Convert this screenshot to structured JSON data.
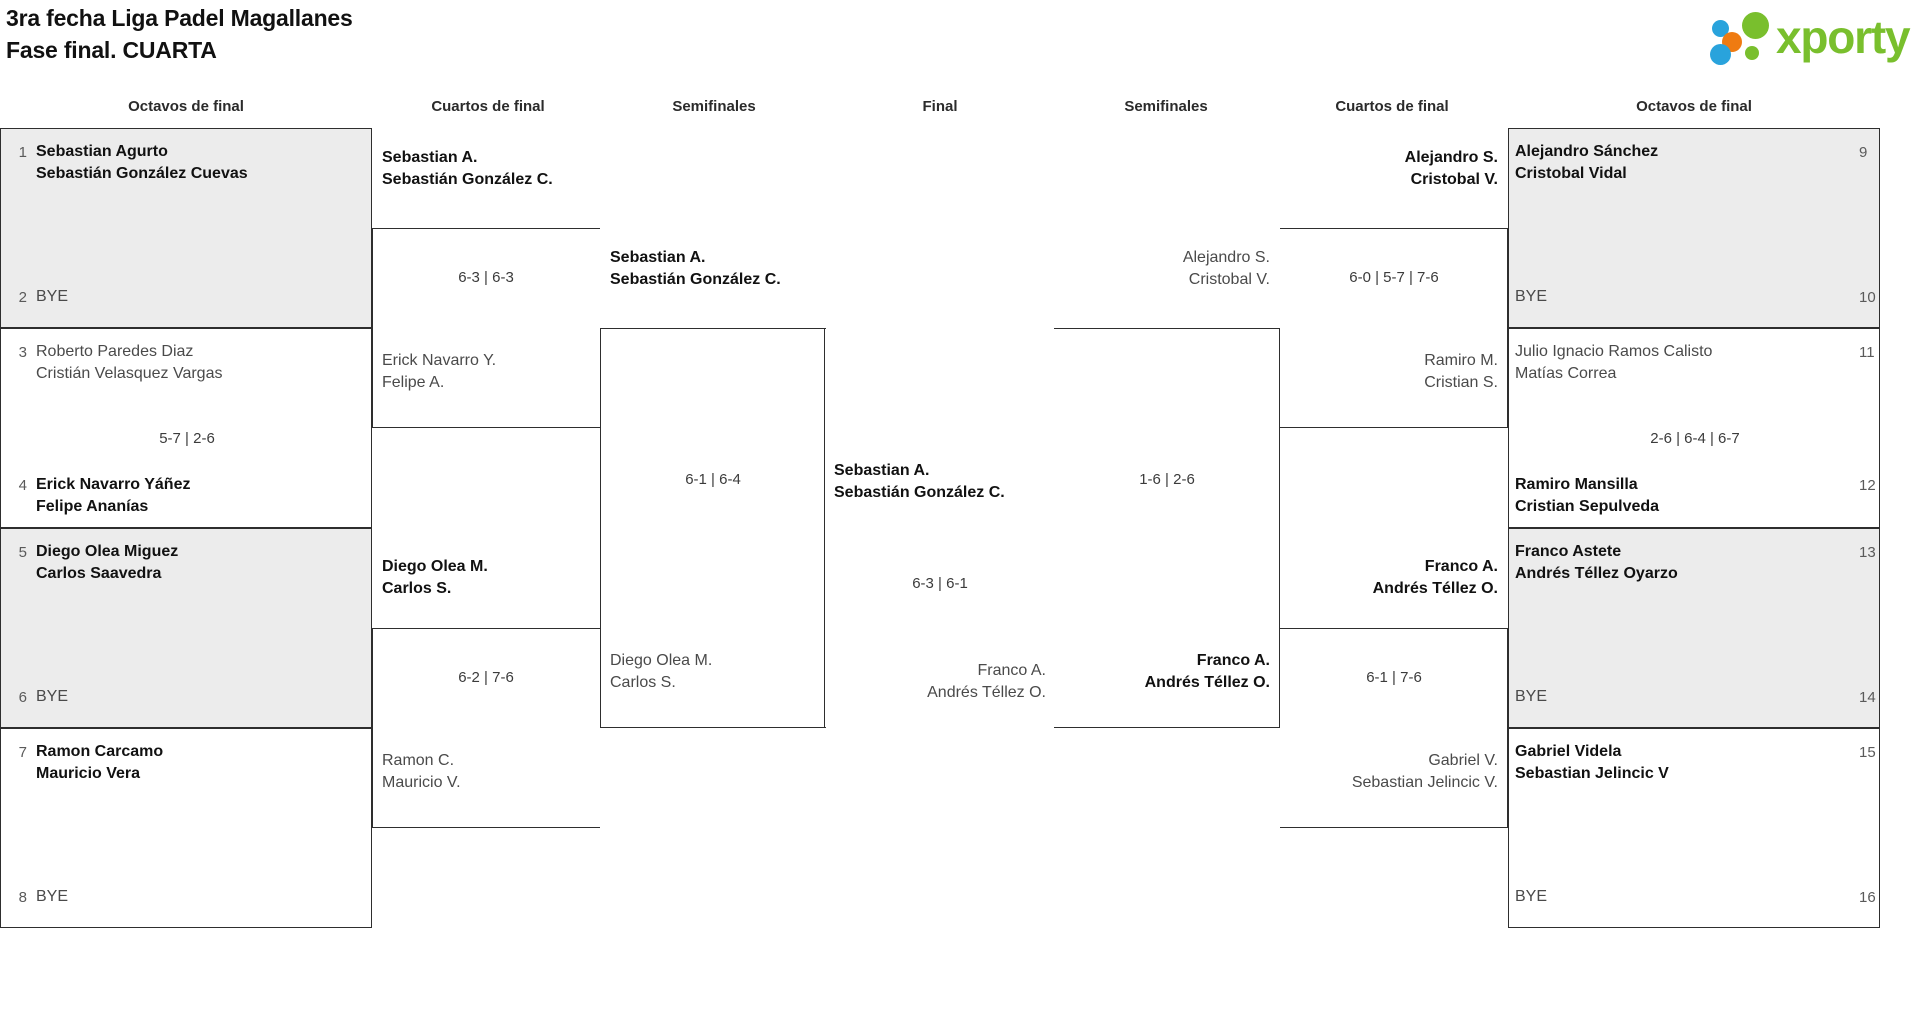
{
  "header": {
    "title_line1": "3ra fecha Liga Padel Magallanes",
    "title_line2": "Fase final. CUARTA",
    "logo_text": "xporty",
    "logo_colors": {
      "green": "#79bf2d",
      "blue": "#29a3dc",
      "orange": "#ef7b11"
    }
  },
  "columns": {
    "left_r16": "Octavos de final",
    "left_qf": "Cuartos de final",
    "left_sf": "Semifinales",
    "final": "Final",
    "right_sf": "Semifinales",
    "right_qf": "Cuartos de final",
    "right_r16": "Octavos de final"
  },
  "bracket": {
    "left_seeds": [
      {
        "num": "1",
        "lines": [
          "Sebastian Agurto",
          "Sebastián González Cuevas"
        ],
        "winner": true,
        "bye": false
      },
      {
        "num": "2",
        "lines": [
          "BYE"
        ],
        "winner": false,
        "bye": true
      },
      {
        "num": "3",
        "lines": [
          "Roberto Paredes Diaz",
          "Cristián Velasquez Vargas"
        ],
        "winner": false,
        "bye": false
      },
      {
        "num": "4",
        "lines": [
          "Erick Navarro Yáñez",
          "Felipe Ananías"
        ],
        "winner": true,
        "bye": false
      },
      {
        "num": "5",
        "lines": [
          "Diego Olea Miguez",
          "Carlos Saavedra"
        ],
        "winner": true,
        "bye": false
      },
      {
        "num": "6",
        "lines": [
          "BYE"
        ],
        "winner": false,
        "bye": true
      },
      {
        "num": "7",
        "lines": [
          "Ramon Carcamo",
          "Mauricio Vera"
        ],
        "winner": true,
        "bye": false
      },
      {
        "num": "8",
        "lines": [
          "BYE"
        ],
        "winner": false,
        "bye": true
      }
    ],
    "right_seeds": [
      {
        "num": "9",
        "lines": [
          "Alejandro Sánchez",
          "Cristobal Vidal"
        ],
        "winner": true,
        "bye": false
      },
      {
        "num": "10",
        "lines": [
          "BYE"
        ],
        "winner": false,
        "bye": true
      },
      {
        "num": "11",
        "lines": [
          "Julio Ignacio Ramos Calisto",
          "Matías Correa"
        ],
        "winner": false,
        "bye": false
      },
      {
        "num": "12",
        "lines": [
          "Ramiro Mansilla",
          "Cristian Sepulveda"
        ],
        "winner": true,
        "bye": false
      },
      {
        "num": "13",
        "lines": [
          "Franco Astete",
          "Andrés Téllez Oyarzo"
        ],
        "winner": true,
        "bye": false
      },
      {
        "num": "14",
        "lines": [
          "BYE"
        ],
        "winner": false,
        "bye": true
      },
      {
        "num": "15",
        "lines": [
          "Gabriel Videla",
          "Sebastian Jelincic V"
        ],
        "winner": true,
        "bye": false
      },
      {
        "num": "16",
        "lines": [
          "BYE"
        ],
        "winner": false,
        "bye": true
      }
    ],
    "left_r16_scores": [
      {
        "score": "5-7 | 2-6"
      }
    ],
    "left_qf": [
      {
        "lines": [
          "Sebastian A.",
          "Sebastián González C."
        ],
        "winner": true
      },
      {
        "lines": [
          "Erick Navarro Y.",
          "Felipe A."
        ],
        "winner": false
      },
      {
        "lines": [
          "Diego Olea M.",
          "Carlos S."
        ],
        "winner": true
      },
      {
        "lines": [
          "Ramon C.",
          "Mauricio V."
        ],
        "winner": false
      }
    ],
    "left_qf_scores": [
      "6-3 | 6-3",
      "6-2 | 7-6"
    ],
    "left_sf": [
      {
        "lines": [
          "Sebastian A.",
          "Sebastián González C."
        ],
        "winner": true
      },
      {
        "lines": [
          "Diego Olea M.",
          "Carlos S."
        ],
        "winner": false
      }
    ],
    "left_sf_score": "6-1 | 6-4",
    "final": [
      {
        "lines": [
          "Sebastian A.",
          "Sebastián González C."
        ],
        "winner": true
      },
      {
        "lines": [
          "Franco A.",
          "Andrés Téllez O."
        ],
        "winner": false
      }
    ],
    "final_score": "6-3 | 6-1",
    "right_sf": [
      {
        "lines": [
          "Alejandro S.",
          "Cristobal V."
        ],
        "winner": false
      },
      {
        "lines": [
          "Franco A.",
          "Andrés Téllez O."
        ],
        "winner": true
      }
    ],
    "right_sf_score": "1-6 | 2-6",
    "right_qf": [
      {
        "lines": [
          "Alejandro S.",
          "Cristobal V."
        ],
        "winner": true
      },
      {
        "lines": [
          "Ramiro M.",
          "Cristian S."
        ],
        "winner": false
      },
      {
        "lines": [
          "Franco A.",
          "Andrés Téllez O."
        ],
        "winner": true
      },
      {
        "lines": [
          "Gabriel V.",
          "Sebastian Jelincic V."
        ],
        "winner": false
      }
    ],
    "right_qf_scores": [
      "6-0 | 5-7 | 7-6",
      "6-1 | 7-6"
    ],
    "right_r16_scores": [
      {
        "score": "2-6 | 6-4 | 6-7"
      }
    ]
  }
}
